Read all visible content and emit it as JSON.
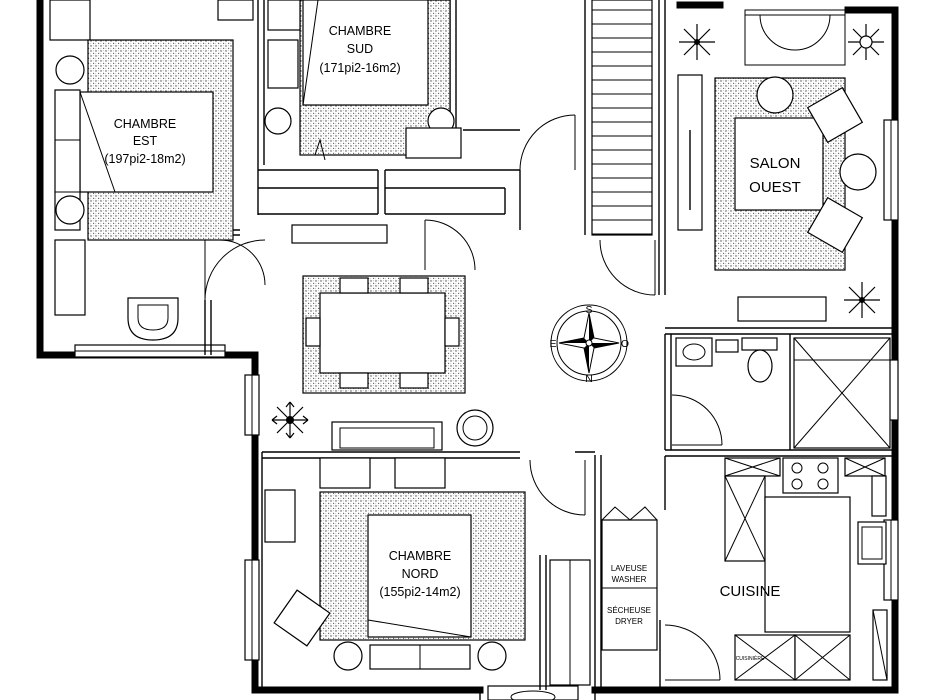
{
  "rooms": {
    "chambre_sud": {
      "name_line1": "CHAMBRE",
      "name_line2": "SUD",
      "area": "(171pi2-16m2)"
    },
    "chambre_est": {
      "name_line1": "CHAMBRE",
      "name_line2": "EST",
      "area": "(197pi2-18m2)"
    },
    "salon_ouest": {
      "name_line1": "SALON",
      "name_line2": "OUEST"
    },
    "chambre_nord": {
      "name_line1": "CHAMBRE",
      "name_line2": "NORD",
      "area": "(155pi2-14m2)"
    },
    "cuisine": {
      "name": "CUISINE"
    }
  },
  "laundry": {
    "washer_fr": "LAVEUSE",
    "washer_en": "WASHER",
    "dryer_fr": "SÉCHEUSE",
    "dryer_en": "DRYER"
  },
  "compass": {
    "north": "N",
    "south": "S",
    "east": "E",
    "west": "O"
  },
  "appliance_label": "CUISINIÈRE"
}
